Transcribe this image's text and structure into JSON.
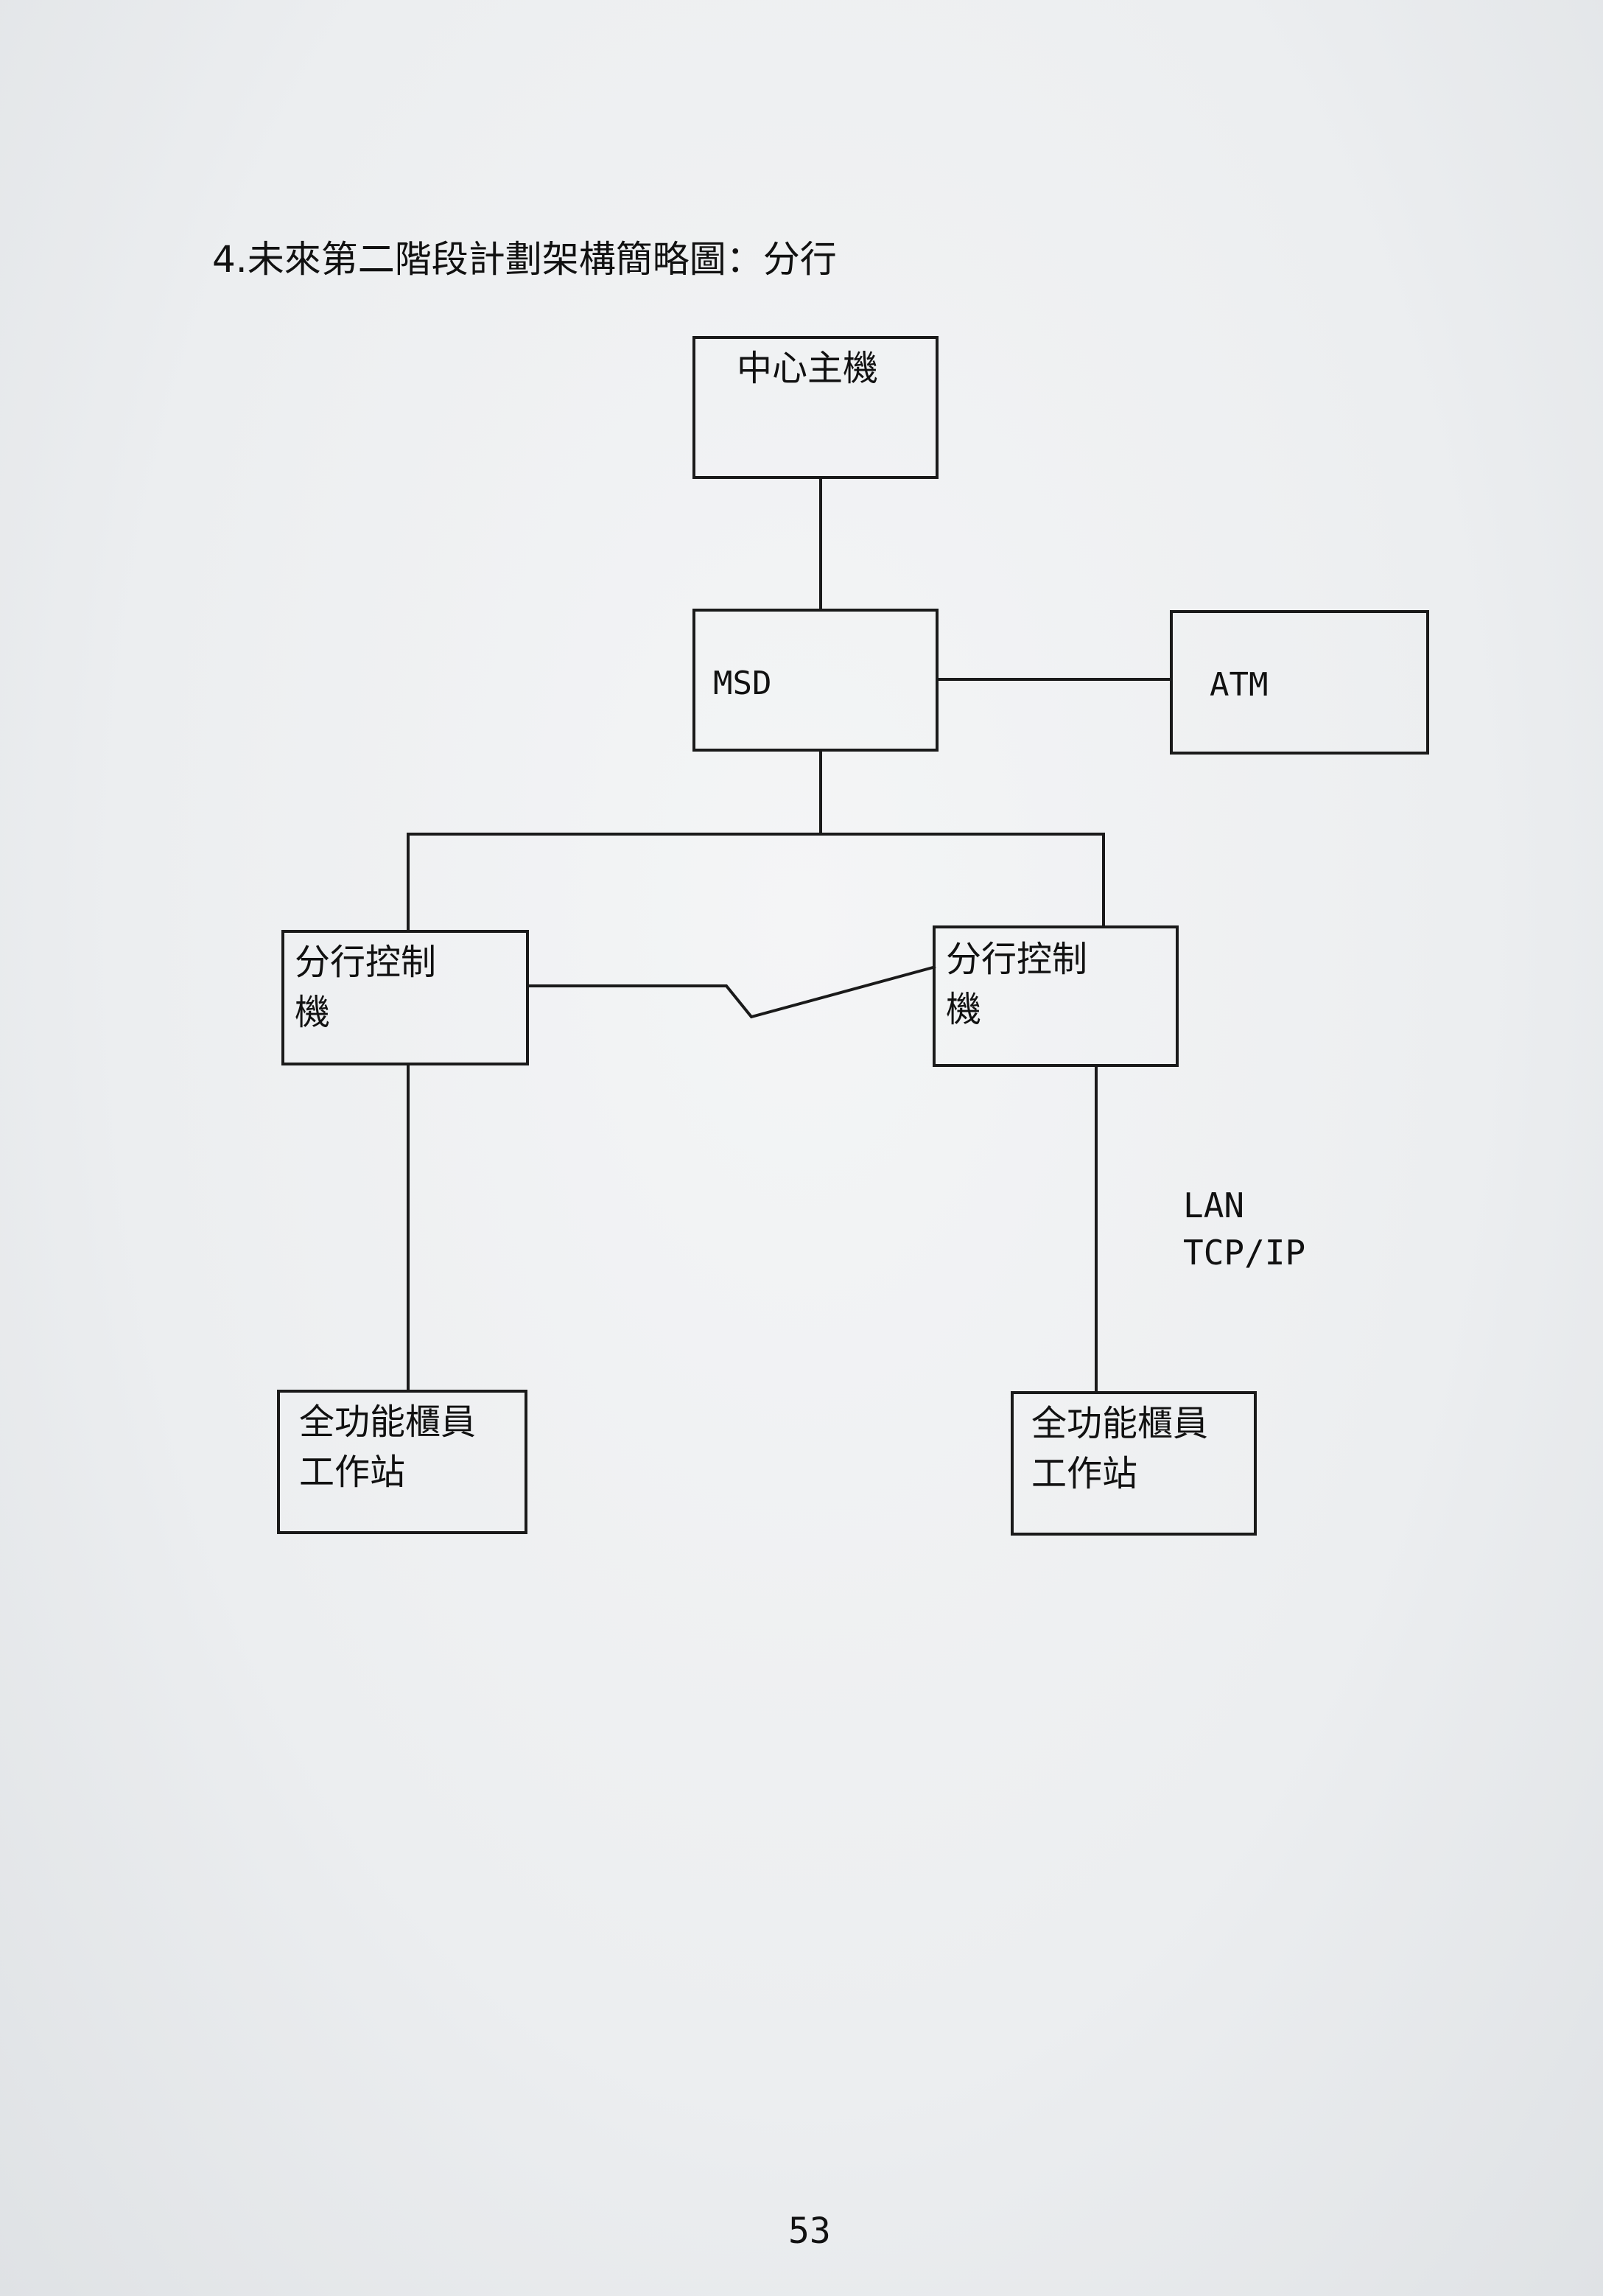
{
  "section_heading": "4.未來第二階段計劃架構簡略圖：分行",
  "nodes": {
    "central_host": "中心主機",
    "msd": "MSD",
    "atm": "ATM",
    "branch_controller_left": "分行控制\n機",
    "branch_controller_right": "分行控制\n機",
    "teller_workstation_left": "全功能櫃員\n工作站",
    "teller_workstation_right": "全功能櫃員\n工作站"
  },
  "network_label": {
    "line1": "LAN",
    "line2": "TCP/IP"
  },
  "page_number": "53"
}
